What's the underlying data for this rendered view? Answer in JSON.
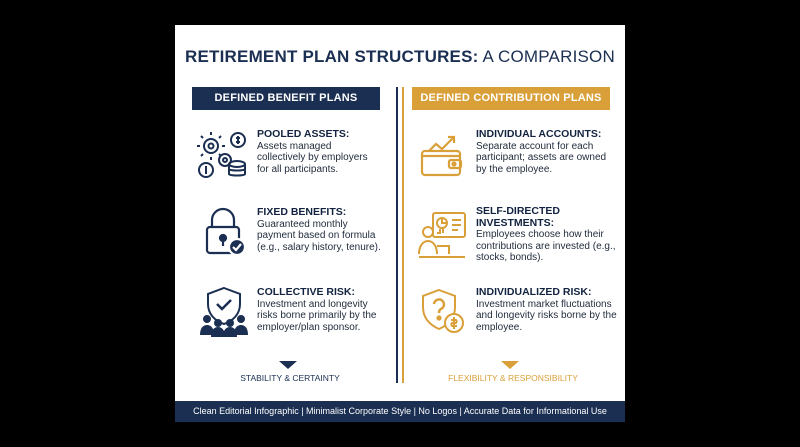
{
  "title": {
    "part1": "RETIREMENT PLAN STRUCTURES:",
    "part2": "A COMPARISON"
  },
  "left": {
    "header": "DEFINED BENEFIT PLANS",
    "items": [
      {
        "head": "POOLED ASSETS:",
        "body": "Assets managed collectively by employers for all participants.",
        "icon": "gears-coins-icon"
      },
      {
        "head": "FIXED BENEFITS:",
        "body": "Guaranteed monthly payment based on formula (e.g., salary history, tenure).",
        "icon": "lock-check-icon"
      },
      {
        "head": "COLLECTIVE RISK:",
        "body": "Investment and longevity risks borne primarily by the employer/plan sponsor.",
        "icon": "shield-group-icon"
      }
    ],
    "footer": "STABILITY & CERTAINTY"
  },
  "right": {
    "header": "DEFINED CONTRIBUTION PLANS",
    "items": [
      {
        "head": "INDIVIDUAL ACCOUNTS:",
        "body": "Separate account for each participant; assets are owned by the employee.",
        "icon": "wallet-growth-icon"
      },
      {
        "head": "SELF-DIRECTED INVESTMENTS:",
        "body": "Employees choose how their contributions are invested (e.g., stocks, bonds).",
        "icon": "person-dashboard-icon"
      },
      {
        "head": "INDIVIDUALIZED RISK:",
        "body": "Investment market fluctuations and longevity risks borne by the employee.",
        "icon": "shield-question-coin-icon"
      }
    ],
    "footer": "FLEXIBILITY & RESPONSIBILITY"
  },
  "bottom_bar": "Clean Editorial Infographic | Minimalist Corporate Style | No Logos | Accurate Data for Informational Use",
  "colors": {
    "navy": "#1b2f52",
    "gold": "#d9a03a"
  }
}
